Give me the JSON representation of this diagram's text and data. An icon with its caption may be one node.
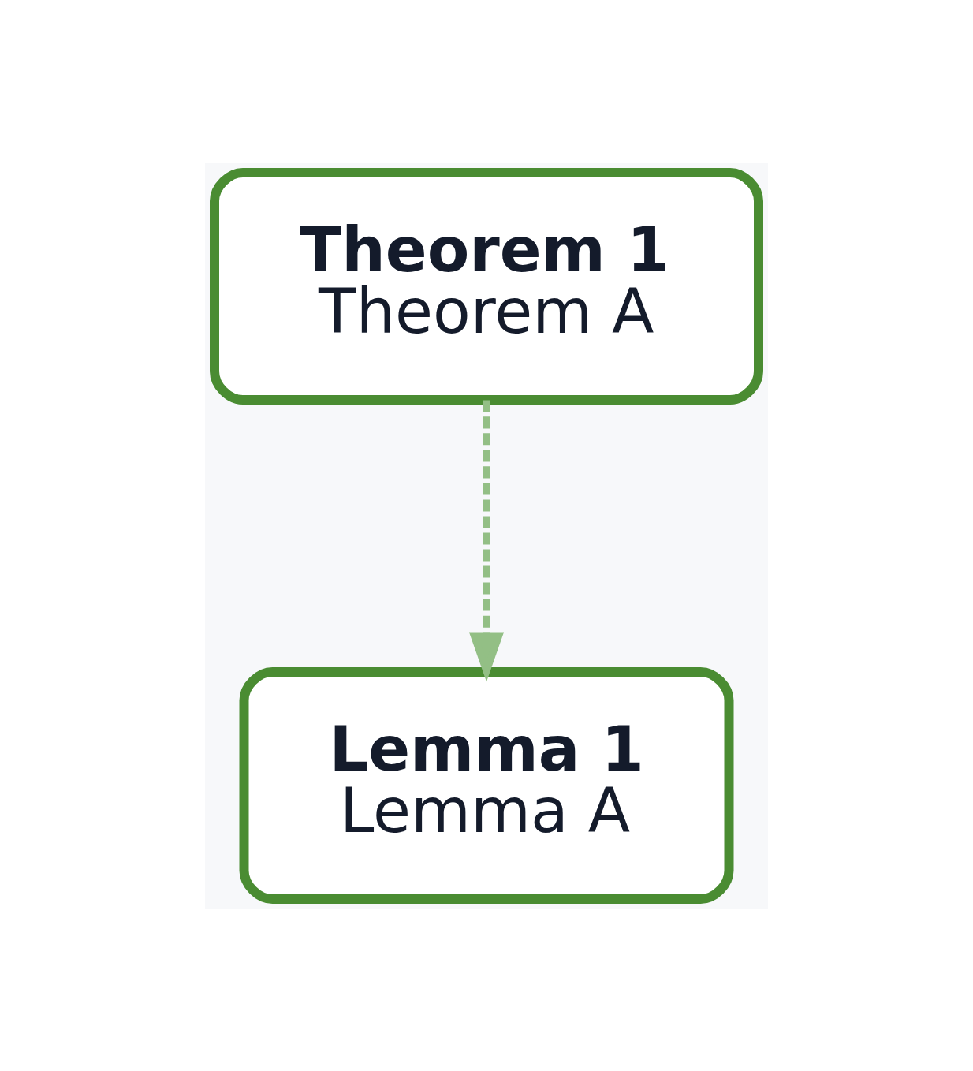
{
  "diagram": {
    "nodes": [
      {
        "text": [
          "Theorem 1",
          "Theorem A"
        ]
      },
      {
        "text": [
          "Lemma 1",
          "Lemma A"
        ]
      }
    ],
    "edges": [
      {
        "from": 0,
        "to": 1,
        "arrow": "to",
        "style": "dashed",
        "color": "#93bf85"
      }
    ]
  }
}
